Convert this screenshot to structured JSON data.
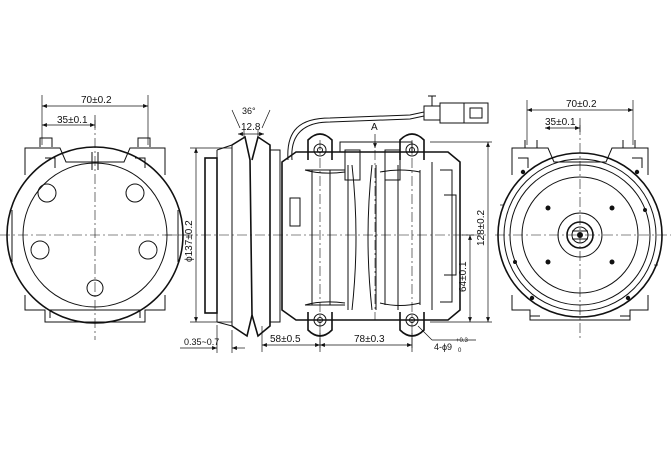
{
  "drawing": {
    "left_view": {
      "width_dim": "70±0.2",
      "half_width_dim": "35±0.1"
    },
    "side_view": {
      "groove_angle": "36°",
      "groove_width": "12.8",
      "diameter_dim": "ϕ137±0.2",
      "clearance_dim": "0.35~0.7",
      "dim_58": "58±0.5",
      "dim_78": "78±0.3",
      "height_dim": "128±0.2",
      "axis_height_dim": "64±0.1",
      "hole_dim": "4-ϕ9",
      "hole_tol_upper": "+0.3",
      "hole_tol_lower": "0",
      "section_label": "A"
    },
    "right_view": {
      "width_dim": "70±0.2",
      "half_width_dim": "35±0.1"
    }
  }
}
